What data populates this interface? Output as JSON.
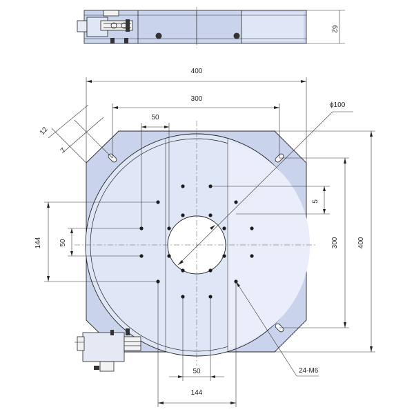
{
  "drawing": {
    "colors": {
      "plate_fill": "#c9d4ec",
      "plate_fill_light": "#dfe6f6",
      "line": "#222222",
      "hole": "#1a1a1a"
    },
    "dimensions": {
      "height": "62",
      "overall_width": "400",
      "hole_span_width": "300",
      "inner_span_top": "50",
      "diameter": "ϕ100",
      "chamfer_a": "12",
      "chamfer_b": "7",
      "left_outer": "144",
      "left_inner": "50",
      "right_small": "5",
      "right_mid": "300",
      "right_overall": "400",
      "bottom_inner": "50",
      "bottom_outer": "144",
      "thread_callout": "24-M6"
    }
  }
}
